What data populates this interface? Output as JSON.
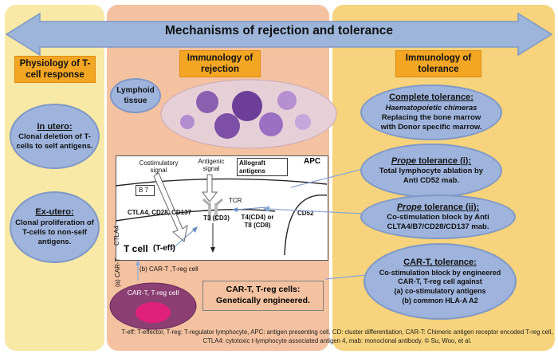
{
  "title": "Mechanisms of rejection and tolerance",
  "columns": {
    "physiology": "Physiology of T-cell response",
    "rejection": "Immunology of rejection",
    "tolerance": "Immunology of tolerance"
  },
  "physiology": {
    "in_utero": {
      "title": "In utero:",
      "text": "Clonal deletion of T-cells to self antigens."
    },
    "ex_utero": {
      "title": "Ex-utero:",
      "text": "Clonal proliferation of T-cells to non-self antigens."
    }
  },
  "rejection": {
    "lymphoid_tissue": "Lymphoid tissue",
    "car_t_box": "CAR-T, T-reg cells: Genetically engineered.",
    "car_t_cell": "CAR-T, T-reg cell",
    "diagram": {
      "apc": "APC",
      "costim_signal": "Costimulatory signal",
      "antigenic_signal": "Antigenic signal",
      "allograft": "Allograft antigens",
      "b7": "B 7",
      "tcr": "TCR",
      "ctla_list": "CTLA4, CD28, CD137",
      "t3": "T3 (CD3)",
      "t4": "T4(CD4) or T8 (CD8)",
      "cd52": "CD52",
      "tcell": "T cell",
      "teff": "(T-eff)",
      "ctla4_side": "CTLA4",
      "car_side": "(a) CAR-T",
      "car_bottom": "(b) CAR-T ,T-reg cell"
    }
  },
  "tolerance": {
    "complete": {
      "title": "Complete tolerance:",
      "sub": "Haematopoietic chimeras",
      "text": "Replacing the bone marrow with Donor specific marrow."
    },
    "prope1": {
      "title_em": "Prope",
      "title_rest": " tolerance (i):",
      "text": "Total lymphocyte ablation by Anti CD52 mab."
    },
    "prope2": {
      "title_em": "Prope",
      "title_rest": " tolerance (ii):",
      "text": "Co-stimulation block by Anti CLTA4/B7/CD28/CD137 mab."
    },
    "cart": {
      "title": "CAR-T, tolerance:",
      "text1": "Co-stimulation block by engineered CAR-T, T-reg cell against",
      "text2": "(a) co-stimulatory antigens",
      "text3": "(b) common HLA-A A2"
    }
  },
  "caption": "T-eff: T-effector, T-reg: T-regulator lymphocyte, APC: antigen presenting cell, CD: cluster differentiation, CAR-T: Chimeric antigen receptor encoded T-reg cell, CTLA4: cytotoxic t-lymphocyte associated antigen 4, mab: monoclonal antibody. © Su, Woo, et al.",
  "colors": {
    "arrow": "#9db5da",
    "oval": "#9fb4dd",
    "header": "#f3a623",
    "car_cell": "#8b3f73",
    "car_core": "#e0207a"
  }
}
